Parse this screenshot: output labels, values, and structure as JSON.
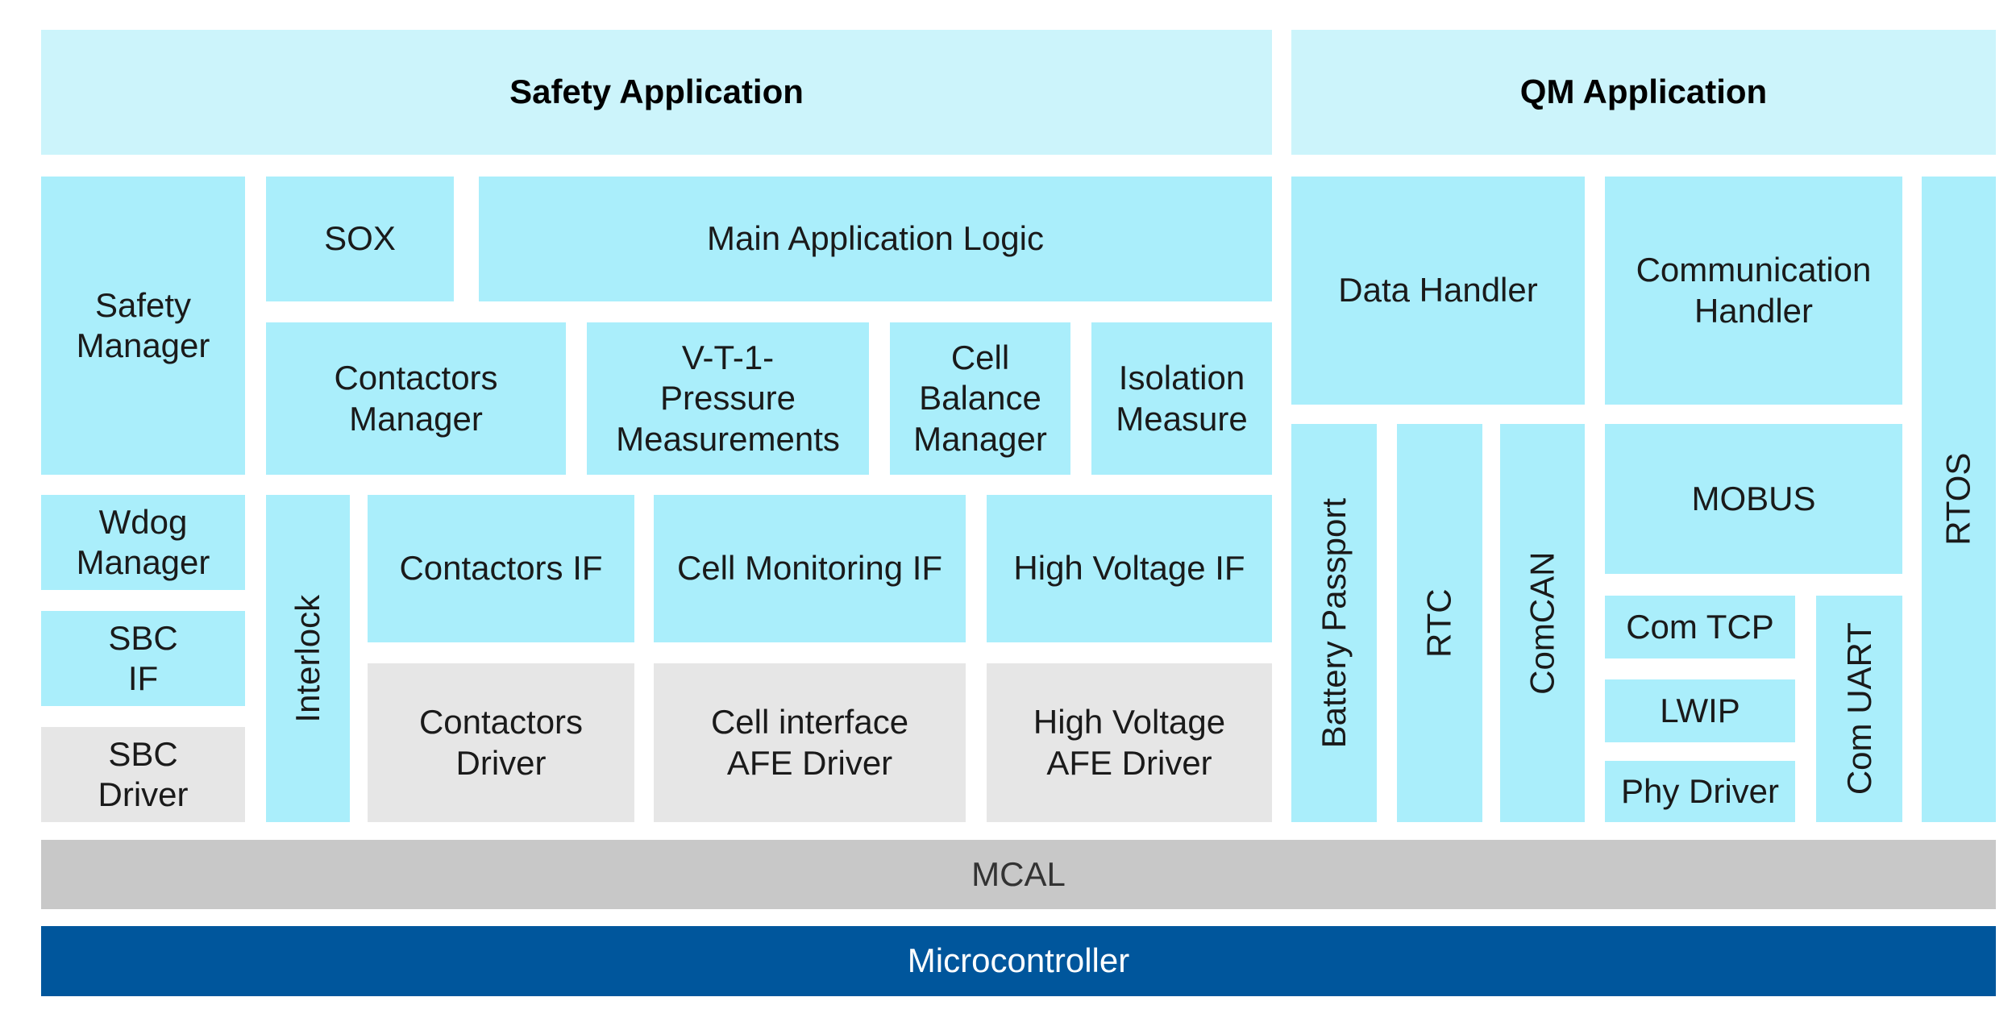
{
  "headers": {
    "safety": "Safety Application",
    "qm": "QM Application"
  },
  "safety": {
    "safety_manager": "Safety\nManager",
    "sox": "SOX",
    "main_logic": "Main Application Logic",
    "contactors_manager": "Contactors\nManager",
    "vt1": "V-T-1-\nPressure\nMeasurements",
    "cell_balance": "Cell\nBalance\nManager",
    "isolation": "Isolation\nMeasure",
    "wdog": "Wdog\nManager",
    "sbc_if": "SBC\nIF",
    "sbc_driver": "SBC\nDriver",
    "interlock": "Interlock",
    "contactors_if": "Contactors IF",
    "cell_monitoring_if": "Cell Monitoring IF",
    "hv_if": "High Voltage IF",
    "contactors_driver": "Contactors\nDriver",
    "cell_afe_driver": "Cell interface\nAFE Driver",
    "hv_afe_driver": "High Voltage\nAFE Driver"
  },
  "qm": {
    "data_handler": "Data Handler",
    "comm_handler": "Communication\nHandler",
    "rtos": "RTOS",
    "battery_passport": "Battery Passport",
    "rtc": "RTC",
    "comcan": "ComCAN",
    "mobus": "MOBUS",
    "com_tcp": "Com TCP",
    "lwip": "LWIP",
    "phy_driver": "Phy Driver",
    "com_uart": "Com UART"
  },
  "bottom": {
    "mcal": "MCAL",
    "microcontroller": "Microcontroller"
  },
  "colors": {
    "header": "#ccf4fb",
    "module": "#aaeefb",
    "driver": "#e6e6e6",
    "mcal": "#c8c8c8",
    "microcontroller": "#00569c"
  }
}
